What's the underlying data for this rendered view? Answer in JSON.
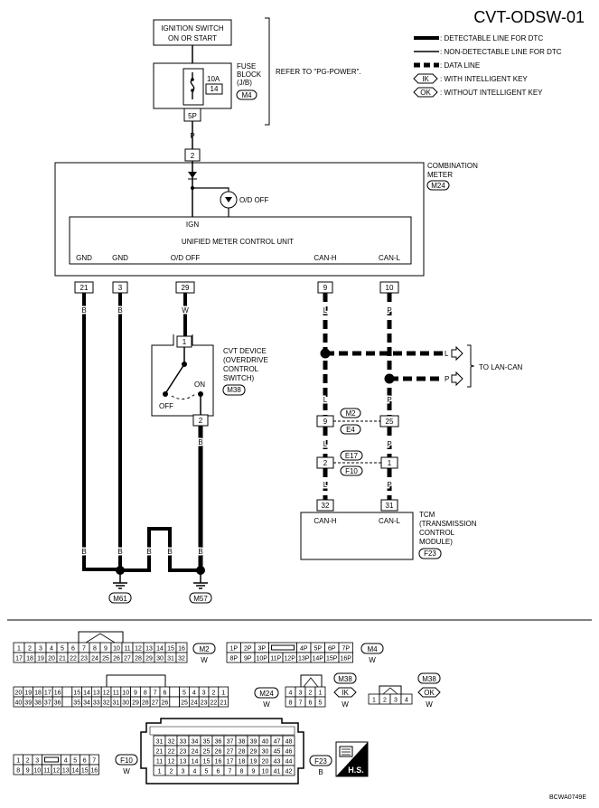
{
  "title": "CVT-ODSW-01",
  "legend": [
    {
      "style": "thick",
      "text": ": DETECTABLE LINE FOR DTC"
    },
    {
      "style": "thin",
      "text": ": NON-DETECTABLE LINE FOR DTC"
    },
    {
      "style": "data",
      "text": ": DATA LINE"
    },
    {
      "style": "tag",
      "tag": "IK",
      "text": ": WITH INTELLIGENT KEY"
    },
    {
      "style": "tag",
      "tag": "OK",
      "text": ": WITHOUT INTELLIGENT KEY"
    }
  ],
  "ignition": {
    "line1": "IGNITION SWITCH",
    "line2": "ON OR START"
  },
  "fuse": {
    "amps": "10A",
    "number": "14",
    "label": [
      "FUSE",
      "BLOCK",
      "(J/B)"
    ],
    "connector": "M4",
    "pin": "5P",
    "refer": "REFER TO \"PG-POWER\"."
  },
  "meter": {
    "label": [
      "COMBINATION",
      "METER"
    ],
    "connector": "M24",
    "od_lamp": "O/D OFF",
    "ign": "IGN",
    "unit": "UNIFIED METER CONTROL UNIT",
    "in_pin": "2",
    "in_color": "P",
    "terminals": [
      {
        "name": "GND",
        "pin": "21",
        "color": "B"
      },
      {
        "name": "GND",
        "pin": "3",
        "color": "B"
      },
      {
        "name": "O/D OFF",
        "pin": "29",
        "color": "W"
      },
      {
        "name": "CAN-H",
        "pin": "9",
        "color": "L"
      },
      {
        "name": "CAN-L",
        "pin": "10",
        "color": "P"
      }
    ]
  },
  "cvt_device": {
    "label": [
      "CVT DEVICE",
      "(OVERDRIVE",
      "CONTROL",
      "SWITCH)"
    ],
    "connector": "M38",
    "pin_top": "1",
    "pin_bottom": "2",
    "on": "ON",
    "off": "OFF",
    "out_color": "B"
  },
  "lan": {
    "label": "TO LAN-CAN",
    "h_color": "L",
    "l_color": "P"
  },
  "junction1": {
    "left_pin": "9",
    "right_pin": "25",
    "top_conn": "M2",
    "bottom_conn": "E4",
    "h_color": "L",
    "l_color": "P"
  },
  "junction2": {
    "left_pin": "2",
    "right_pin": "1",
    "top_conn": "E17",
    "bottom_conn": "F10",
    "h_color": "L",
    "l_color": "P"
  },
  "tcm": {
    "label": [
      "TCM",
      "(TRANSMISSION",
      "CONTROL",
      "MODULE)"
    ],
    "connector": "F23",
    "pins": [
      "32",
      "31"
    ],
    "names": [
      "CAN-H",
      "CAN-L"
    ]
  },
  "ground": {
    "colors": [
      "B",
      "B",
      "B",
      "B",
      "B"
    ],
    "conns": [
      "M61",
      "M57"
    ]
  },
  "connectors": {
    "m2": {
      "id": "M2",
      "color": "W",
      "row1": [
        "1",
        "2",
        "3",
        "4",
        "5",
        "6",
        "7",
        "8",
        "9",
        "10",
        "11",
        "12",
        "13",
        "14",
        "15",
        "16"
      ],
      "row2": [
        "17",
        "18",
        "19",
        "20",
        "21",
        "22",
        "23",
        "24",
        "25",
        "26",
        "27",
        "28",
        "29",
        "30",
        "31",
        "32"
      ]
    },
    "m4": {
      "id": "M4",
      "color": "W",
      "row1": [
        "1P",
        "2P",
        "3P",
        "",
        "4P",
        "5P",
        "6P",
        "7P"
      ],
      "row2": [
        "8P",
        "9P",
        "10P",
        "11P",
        "12P",
        "13P",
        "14P",
        "15P",
        "16P"
      ]
    },
    "m24": {
      "id": "M24",
      "color": "W",
      "row1": [
        "20",
        "19",
        "18",
        "17",
        "16",
        "",
        "15",
        "14",
        "13",
        "12",
        "11",
        "10",
        "9",
        "8",
        "7",
        "6",
        "",
        "5",
        "4",
        "3",
        "2",
        "1"
      ],
      "row2": [
        "40",
        "39",
        "38",
        "37",
        "36",
        "",
        "35",
        "34",
        "33",
        "32",
        "31",
        "30",
        "29",
        "28",
        "27",
        "26",
        "",
        "25",
        "24",
        "23",
        "22",
        "21"
      ]
    },
    "m38ik": {
      "id": "M38",
      "tag": "IK",
      "color": "W",
      "row1": [
        "4",
        "3",
        "2",
        "1"
      ],
      "row2": [
        "8",
        "7",
        "6",
        "5"
      ]
    },
    "m38ok": {
      "id": "M38",
      "tag": "OK",
      "color": "W",
      "row1": [
        "1",
        "2",
        "3",
        "4"
      ]
    },
    "f10": {
      "id": "F10",
      "color": "W",
      "row1": [
        "1",
        "2",
        "3",
        "",
        "4",
        "5",
        "6",
        "7"
      ],
      "row2": [
        "8",
        "9",
        "10",
        "11",
        "12",
        "13",
        "14",
        "15",
        "16"
      ]
    },
    "f23": {
      "id": "F23",
      "color": "B",
      "row1": [
        "31",
        "32",
        "33",
        "34",
        "35",
        "36",
        "37",
        "38",
        "39",
        "40",
        "47",
        "48"
      ],
      "row2": [
        "21",
        "22",
        "23",
        "24",
        "25",
        "26",
        "27",
        "28",
        "29",
        "30",
        "45",
        "46"
      ],
      "row3": [
        "11",
        "12",
        "13",
        "14",
        "15",
        "16",
        "17",
        "18",
        "19",
        "20",
        "43",
        "44"
      ],
      "row4": [
        "1",
        "2",
        "3",
        "4",
        "5",
        "6",
        "7",
        "8",
        "9",
        "10",
        "41",
        "42"
      ]
    }
  },
  "hs": "H.S.",
  "code": "BCWA0749E"
}
